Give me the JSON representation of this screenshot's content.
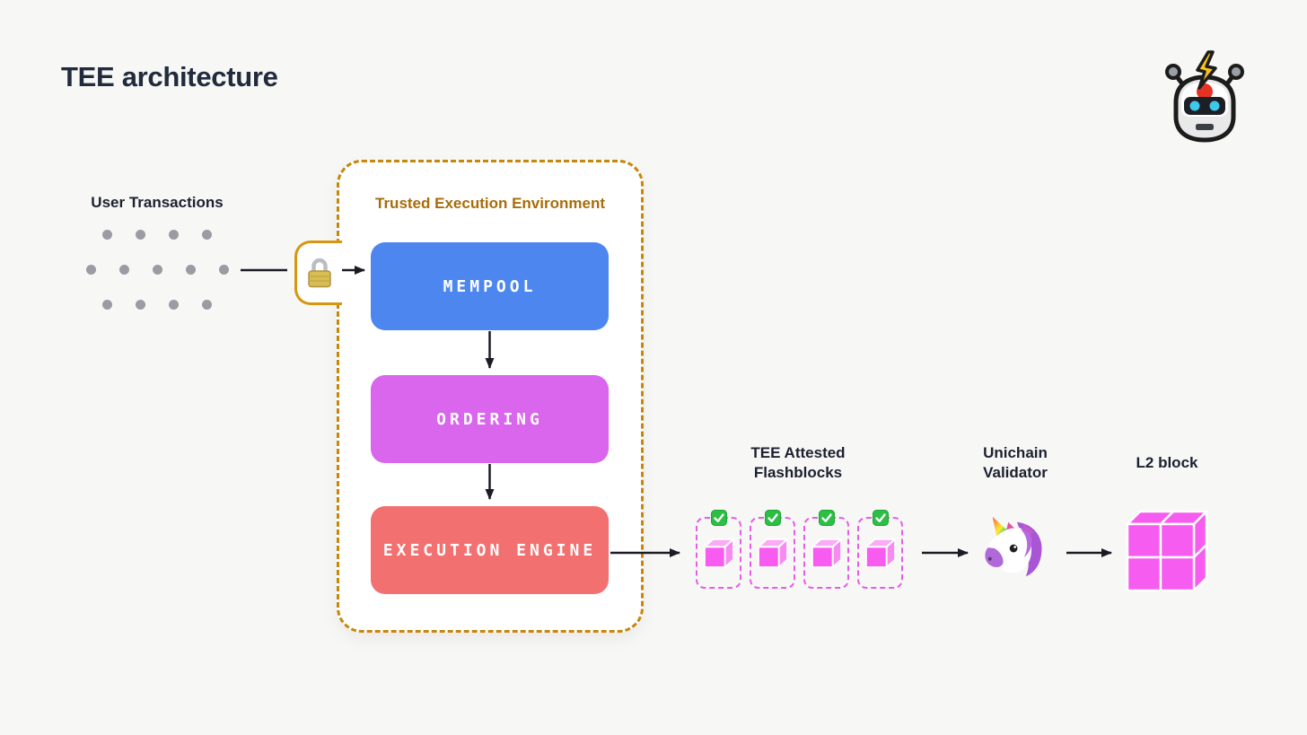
{
  "page": {
    "title": "TEE architecture"
  },
  "header": {
    "logo_icon": "robot-lightning-icon"
  },
  "colors": {
    "background": "#f7f7f5",
    "title_text": "#212b3d",
    "label_text": "#1c2130",
    "tee_border": "#c8860b",
    "tee_title_text": "#a86c09",
    "tee_fill": "#ffffff",
    "mempool_fill": "#4c86ee",
    "ordering_fill": "#d966ec",
    "execution_fill": "#f37070",
    "node_text": "#ffffff",
    "arrow": "#1b1b26",
    "transaction_dot": "#9b9ba3",
    "flashblock_border": "#e55ee5",
    "cube_pink": "#f65cef",
    "check_green": "#2dbe45",
    "lock_notch_border": "#d6960f"
  },
  "user_transactions": {
    "label": "User Transactions",
    "dot_rows": [
      4,
      5,
      4
    ],
    "lock_icon": "padlock-icon"
  },
  "tee": {
    "title": "Trusted Execution Environment",
    "nodes": [
      {
        "id": "mempool",
        "label": "MEMPOOL"
      },
      {
        "id": "ordering",
        "label": "ORDERING"
      },
      {
        "id": "execution-engine",
        "label": "EXECUTION ENGINE"
      }
    ]
  },
  "flashblocks": {
    "label_line1": "TEE Attested",
    "label_line2": "Flashblocks",
    "count": 4,
    "check_icon": "check-mark-icon",
    "cube_icon": "pink-cube-icon"
  },
  "validator": {
    "label_line1": "Unichain",
    "label_line2": "Validator",
    "icon": "unicorn-icon"
  },
  "l2": {
    "label": "L2 block",
    "icon": "block-grid-cube-icon"
  }
}
